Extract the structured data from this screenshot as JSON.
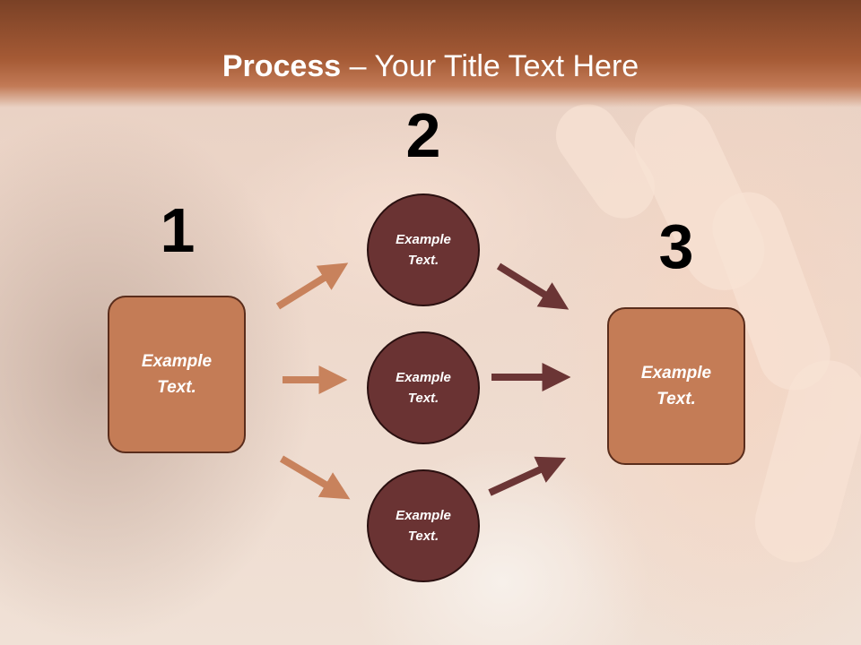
{
  "title": {
    "bold": "Process",
    "rest": " – Your Title Text Here"
  },
  "steps": [
    {
      "number": "1",
      "label": "Example\nText."
    },
    {
      "number": "2",
      "label": ""
    },
    {
      "number": "3",
      "label": "Example\nText."
    }
  ],
  "middle_items": [
    {
      "label": "Example\nText."
    },
    {
      "label": "Example\nText."
    },
    {
      "label": "Example\nText."
    }
  ],
  "colors": {
    "box_fill": "#c47c56",
    "circle_fill": "#6a3333",
    "arrow_light": "#c8825c",
    "arrow_dark": "#6b3535",
    "header": "#a55a35"
  }
}
